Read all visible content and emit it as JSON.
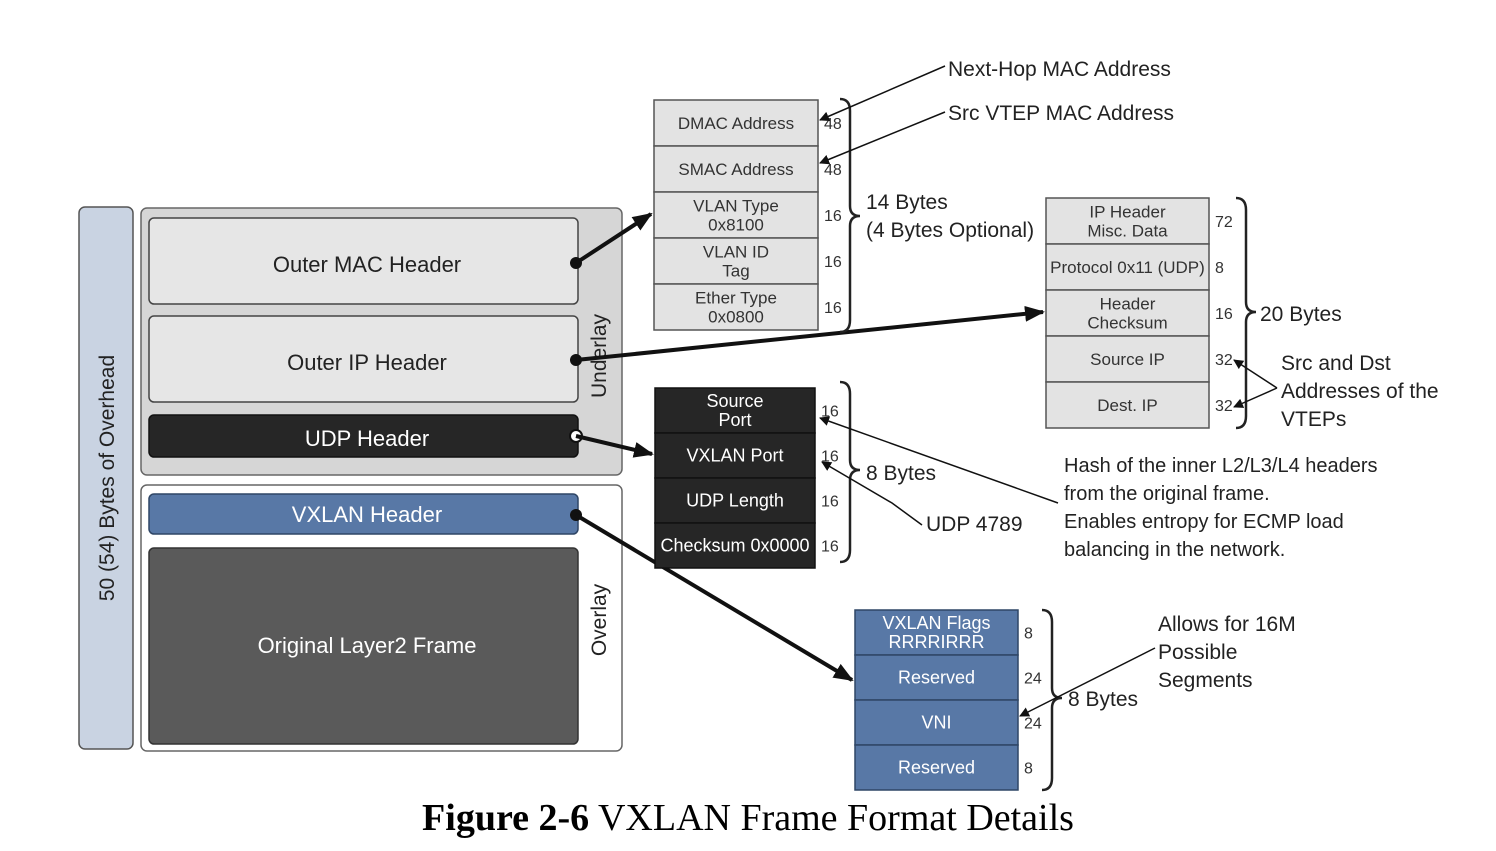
{
  "overhead_label": "50 (54) Bytes of Overhead",
  "left": {
    "outer_mac": "Outer MAC Header",
    "outer_ip": "Outer IP Header",
    "udp": "UDP Header",
    "underlay": "Underlay",
    "vxlan": "VXLAN Header",
    "original": "Original Layer2 Frame",
    "overlay": "Overlay"
  },
  "mac_table": {
    "rows": [
      {
        "lines": [
          "DMAC Address"
        ],
        "bits": "48"
      },
      {
        "lines": [
          "SMAC Address"
        ],
        "bits": "48"
      },
      {
        "lines": [
          "VLAN Type",
          "0x8100"
        ],
        "bits": "16"
      },
      {
        "lines": [
          "VLAN ID",
          "Tag"
        ],
        "bits": "16"
      },
      {
        "lines": [
          "Ether Type",
          "0x0800"
        ],
        "bits": "16"
      }
    ],
    "brace_label": [
      "14 Bytes",
      "(4 Bytes Optional)"
    ]
  },
  "ip_table": {
    "rows": [
      {
        "lines": [
          "IP Header",
          "Misc. Data"
        ],
        "bits": "72"
      },
      {
        "lines": [
          "Protocol 0x11 (UDP)"
        ],
        "bits": "8"
      },
      {
        "lines": [
          "Header",
          "Checksum"
        ],
        "bits": "16"
      },
      {
        "lines": [
          "Source IP"
        ],
        "bits": "32"
      },
      {
        "lines": [
          "Dest. IP"
        ],
        "bits": "32"
      }
    ],
    "brace_label": "20 Bytes"
  },
  "udp_table": {
    "rows": [
      {
        "lines": [
          "Source",
          "Port"
        ],
        "bits": "16"
      },
      {
        "lines": [
          "VXLAN Port"
        ],
        "bits": "16"
      },
      {
        "lines": [
          "UDP Length"
        ],
        "bits": "16"
      },
      {
        "lines": [
          "Checksum 0x0000"
        ],
        "bits": "16"
      }
    ],
    "brace_label": "8 Bytes"
  },
  "vxlan_table": {
    "rows": [
      {
        "lines": [
          "VXLAN Flags",
          "RRRRIRRR"
        ],
        "bits": "8"
      },
      {
        "lines": [
          "Reserved"
        ],
        "bits": "24"
      },
      {
        "lines": [
          "VNI"
        ],
        "bits": "24"
      },
      {
        "lines": [
          "Reserved"
        ],
        "bits": "8"
      }
    ],
    "brace_label": "8 Bytes"
  },
  "annotations": {
    "next_hop": "Next-Hop MAC Address",
    "src_vtep": "Src VTEP MAC Address",
    "src_dst": [
      "Src and Dst",
      "Addresses of the",
      "VTEPs"
    ],
    "hash": [
      "Hash of the inner L2/L3/L4 headers",
      "from the original frame.",
      "Enables entropy for ECMP load",
      "balancing in the network."
    ],
    "udp_port": "UDP 4789",
    "segments": [
      "Allows for 16M",
      "Possible",
      "Segments"
    ]
  },
  "caption": {
    "number": "Figure 2-6",
    "title": "VXLAN Frame Format Details"
  },
  "colors": {
    "light_cell": "#e3e3e3",
    "dark_cell": "#262626",
    "blue_cell": "#5878a6",
    "overhead_bar": "#c9d3e2",
    "original_frame": "#5a5a5a"
  }
}
